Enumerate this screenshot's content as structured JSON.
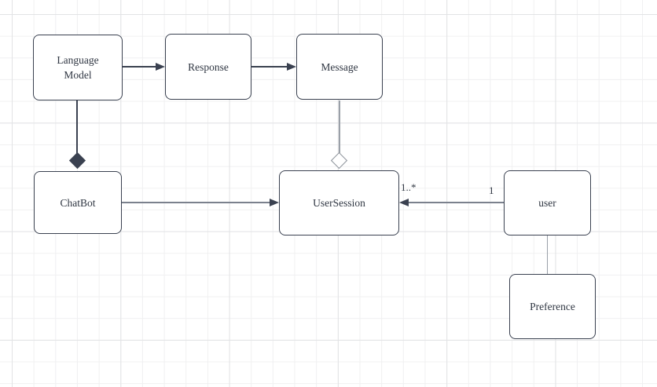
{
  "canvas": {
    "background": "#ffffff",
    "grid_minor_color": "#f0f0f1",
    "grid_major_color": "#e2e3e5"
  },
  "colors": {
    "node_border": "#3a4150",
    "node_fill": "#ffffff",
    "text": "#2f3642",
    "edge_dark": "#3a4150",
    "edge_gray": "#9aa0a8",
    "edge_mid": "#7b818d",
    "hollow_diamond_border": "#8a9098"
  },
  "nodes": [
    {
      "id": "language-model",
      "label": "Language\nModel"
    },
    {
      "id": "response",
      "label": "Response"
    },
    {
      "id": "message",
      "label": "Message"
    },
    {
      "id": "chatbot",
      "label": "ChatBot"
    },
    {
      "id": "user-session",
      "label": "UserSession"
    },
    {
      "id": "user",
      "label": "user"
    },
    {
      "id": "preference",
      "label": "Preference"
    }
  ],
  "edges": [
    {
      "from": "language-model",
      "to": "response",
      "type": "directed-arrow"
    },
    {
      "from": "response",
      "to": "message",
      "type": "directed-arrow"
    },
    {
      "from": "language-model",
      "to": "chatbot",
      "type": "composition-filled-diamond"
    },
    {
      "from": "message",
      "to": "user-session",
      "type": "aggregation-hollow-diamond"
    },
    {
      "from": "chatbot",
      "to": "user-session",
      "type": "directed-arrow"
    },
    {
      "from": "user",
      "to": "user-session",
      "type": "directed-arrow",
      "source_label": "1",
      "target_label": "1..*"
    },
    {
      "from": "user",
      "to": "preference",
      "type": "plain-line"
    }
  ]
}
